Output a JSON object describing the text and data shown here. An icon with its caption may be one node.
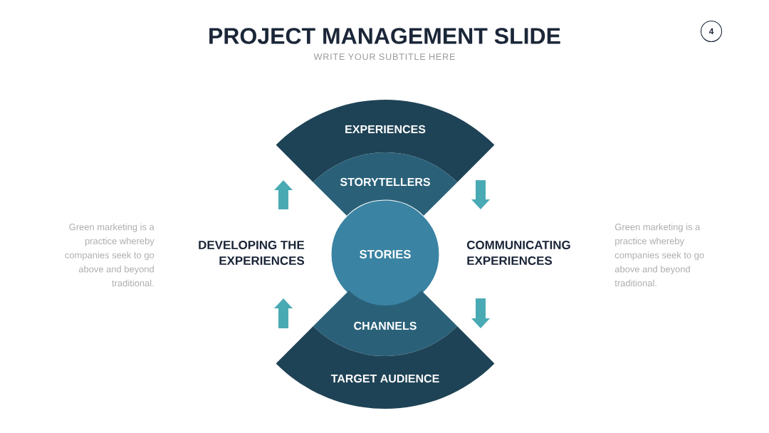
{
  "diagram": {
    "title": "PROJECT MANAGEMENT SLIDE",
    "nodes": [
      {
        "text": [
          "4"
        ]
      },
      {
        "text": [
          "EXPERIENCES"
        ]
      },
      {
        "text": [
          "STORYTELLERS"
        ]
      },
      {
        "text": [
          "STORIES"
        ]
      },
      {
        "text": [
          "CHANNELS"
        ]
      },
      {
        "text": [
          "TARGET AUDIENCE"
        ]
      }
    ],
    "labels": [
      "WRITE YOUR SUBTITLE HERE",
      "Green marketing is a practice whereby companies seek to go above and beyond traditional.",
      "DEVELOPING THE EXPERIENCES",
      "COMMUNICATING EXPERIENCES",
      "Green marketing is a practice whereby companies seek to go above and beyond traditional."
    ]
  }
}
